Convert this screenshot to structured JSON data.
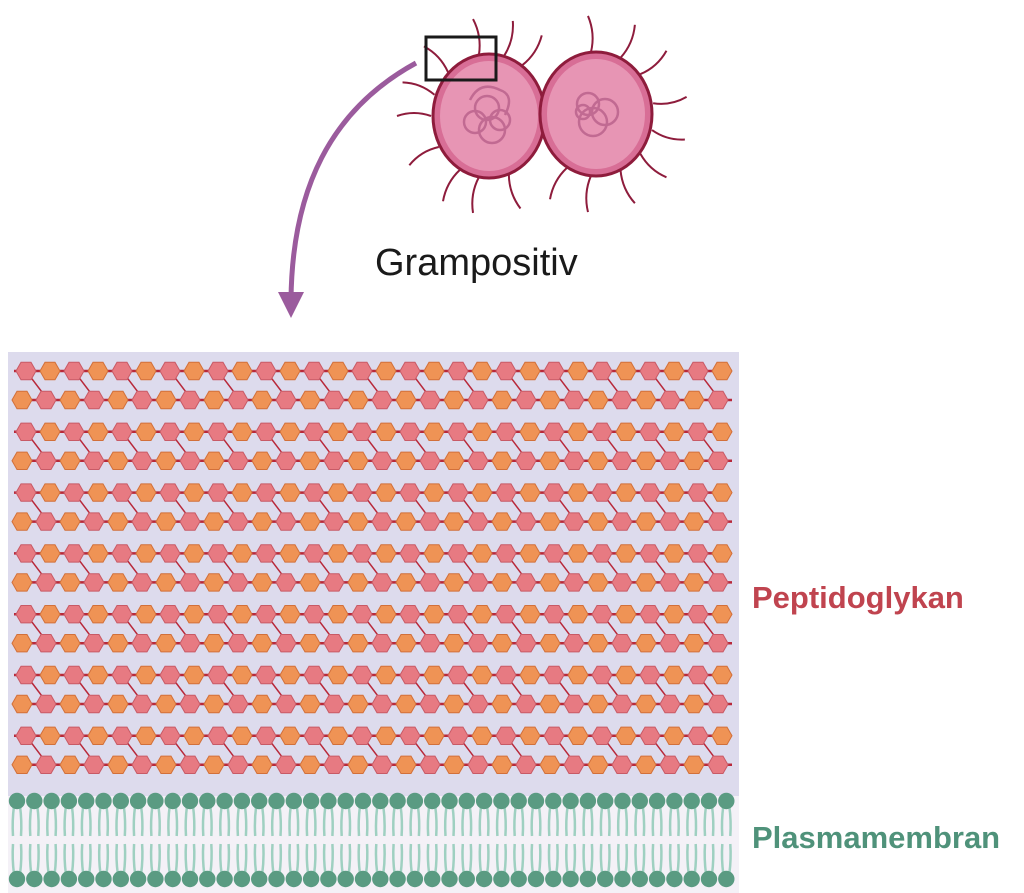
{
  "title": "Grampositiv",
  "labels": {
    "peptidoglycan": "Peptidoglykan",
    "membrane": "Plasmamembran"
  },
  "colors": {
    "peptidoglycan_label": "#c0444f",
    "membrane_label": "#4f927a",
    "wall_background": "#dddbed",
    "membrane_background": "#f4f1f7",
    "hex_pink": "#e77a82",
    "hex_orange": "#ef9355",
    "chain_line": "#b8283a",
    "lipid_head": "#5a9b82",
    "lipid_tail": "#9fd0c1",
    "arrow": "#9b5b9d",
    "cell_fill": "#e795b4",
    "cell_stroke": "#8e1c3c"
  }
}
